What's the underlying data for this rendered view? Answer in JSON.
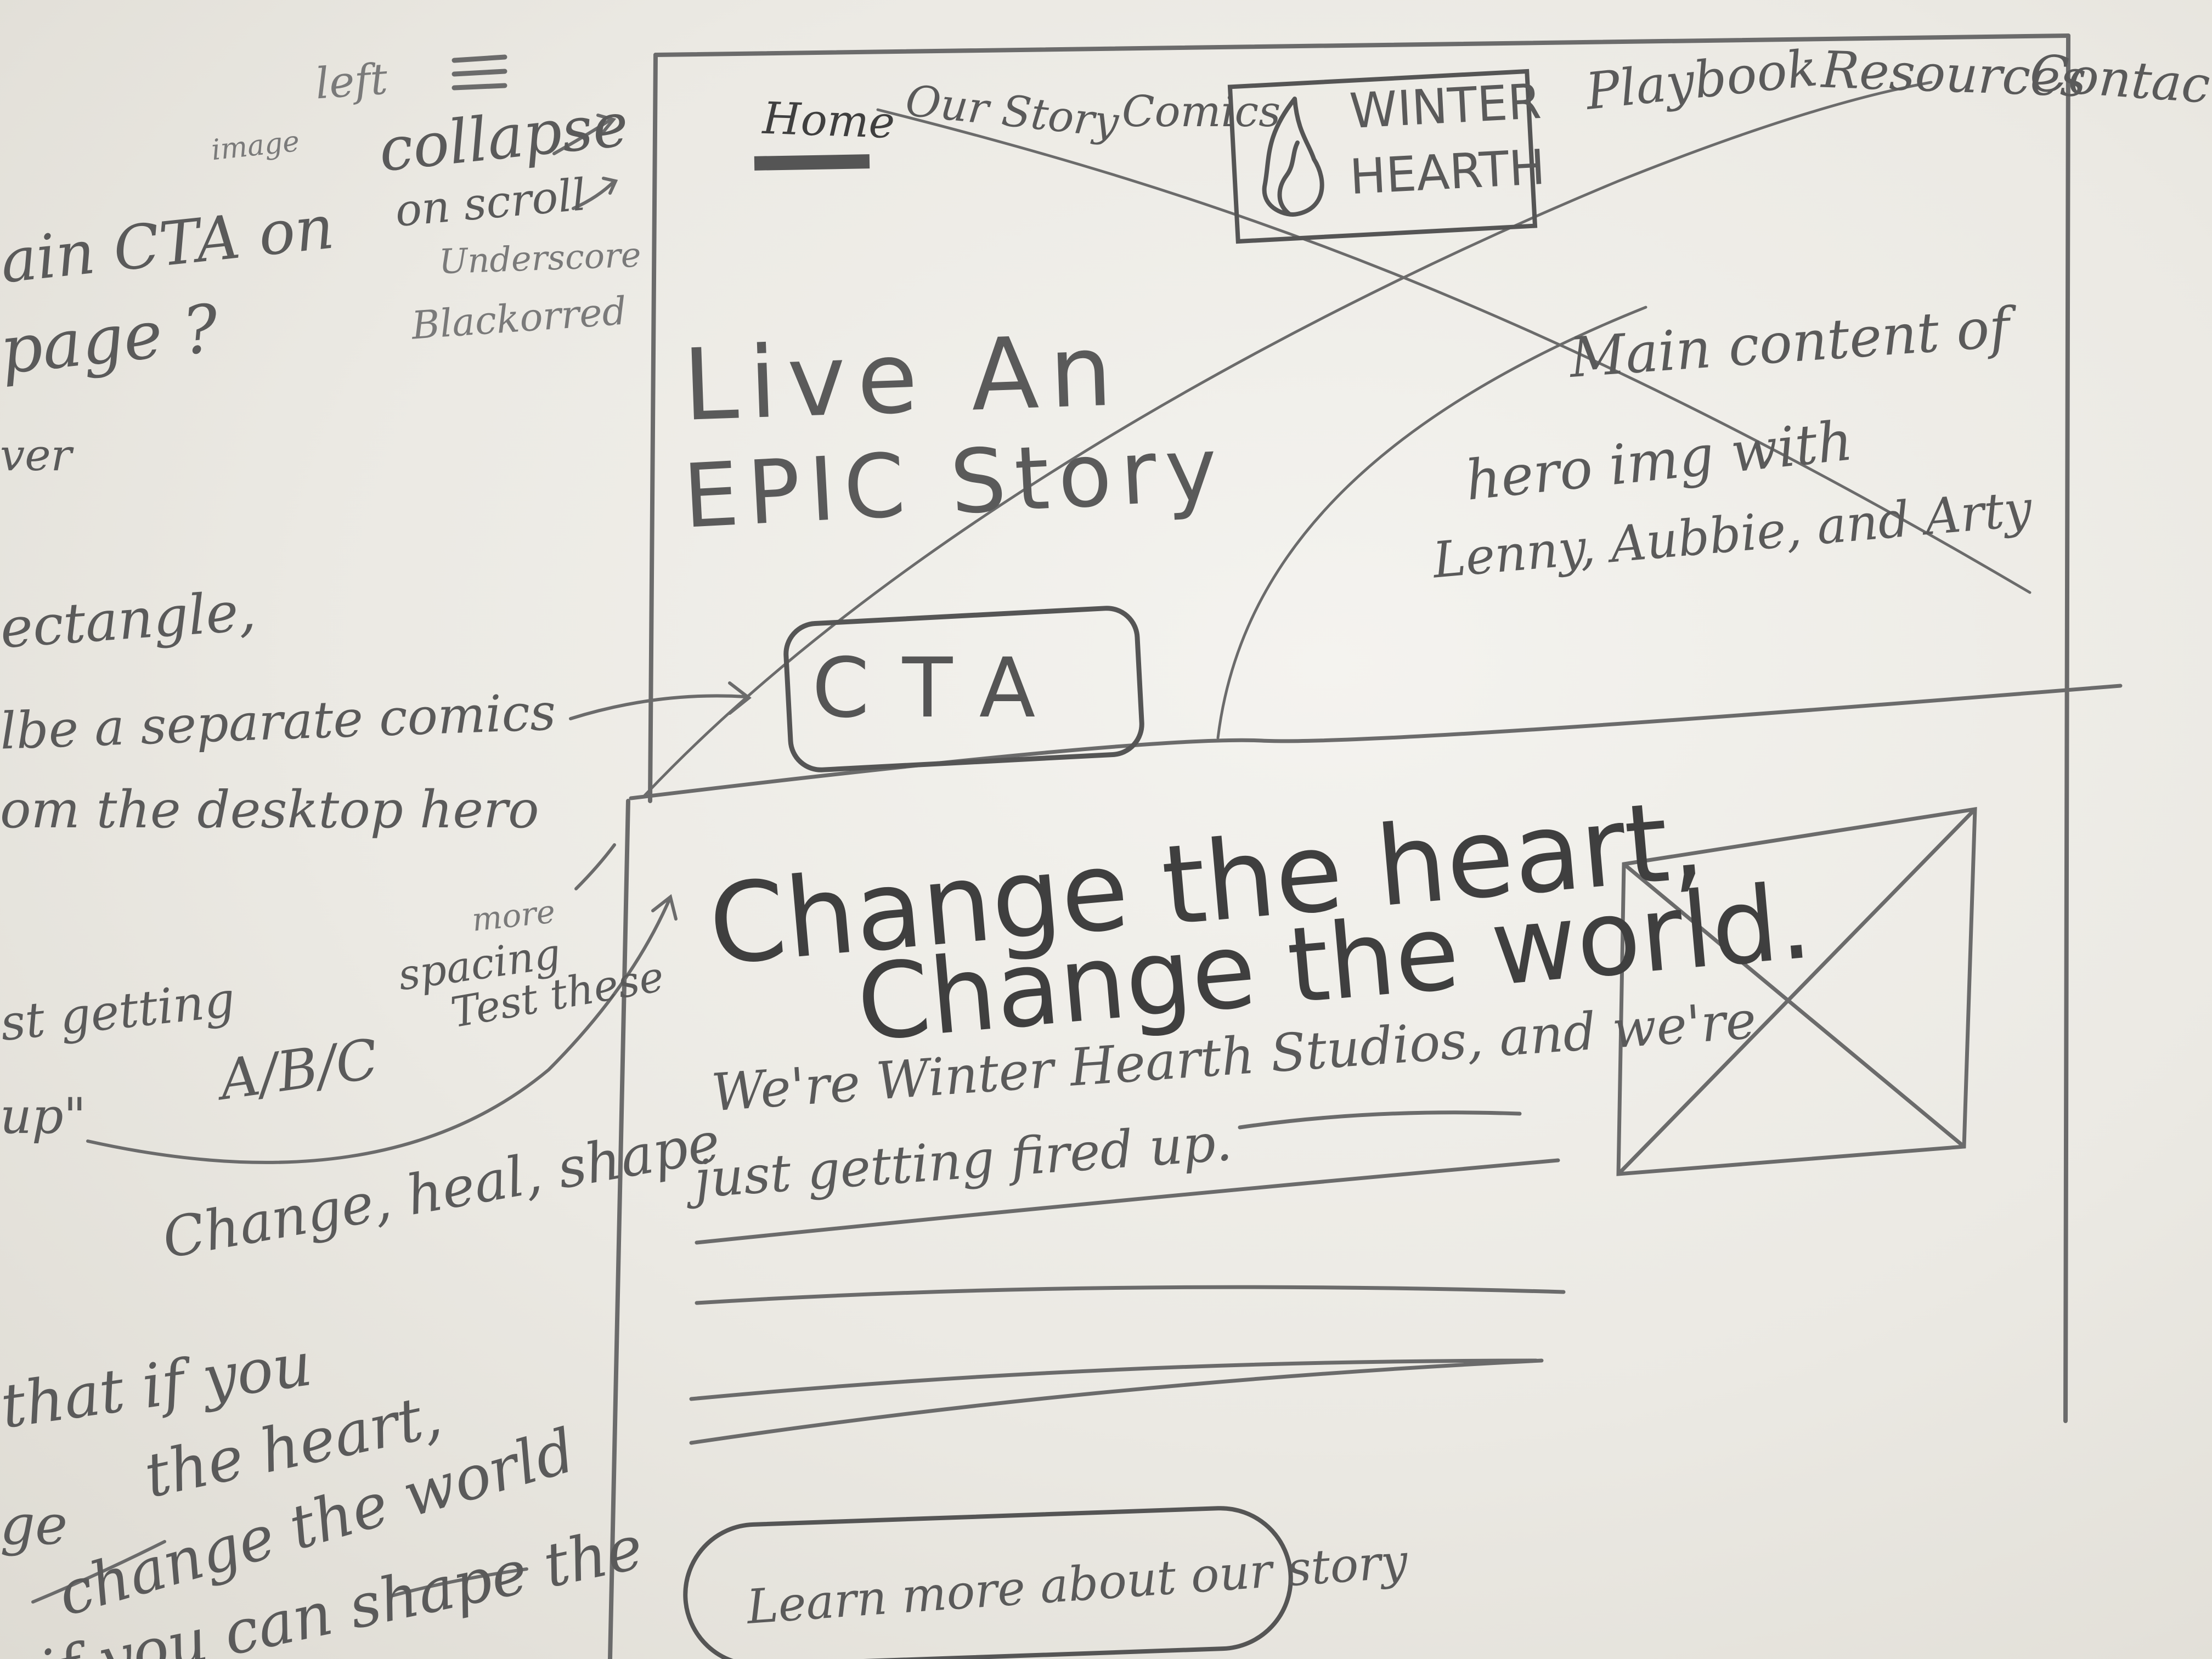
{
  "margin_notes": {
    "left": "left",
    "collapse": "collapse",
    "image": "image",
    "on_scroll": "on scroll",
    "underscore": "Underscore",
    "blackorred": "Blackorred",
    "cta_on": "ain CTA on",
    "page": "page ?",
    "ver": "ver",
    "rectangle": "ectangle,",
    "be_separate": "lbe a separate comics",
    "desktop_hero": "om the desktop hero",
    "more_spacing": "more",
    "spacing": "spacing",
    "test_these": "Test these",
    "st_getting": "st getting",
    "up": "up\"",
    "abc": "A/B/C",
    "change_heal_shape": "Change, heal, shape",
    "that_if_you": "that if you",
    "the_heart": "the heart,",
    "ge": "ge",
    "change_the_world": "change the world",
    "if_you_can_shape": "if you can shape the"
  },
  "nav": {
    "home": "Home",
    "our_story": "Our Story",
    "comics": "Comics",
    "playbook": "Playbook",
    "resources": "Resources",
    "contact": "Contact"
  },
  "logo": {
    "line1": "WINTER",
    "line2": "HEARTH"
  },
  "hero": {
    "title_line1": "Live An",
    "title_line2": "EPIC Story",
    "cta": "CTA",
    "note_line1": "Main content of",
    "note_line2": "hero img with",
    "note_line3": "Lenny, Aubbie, and Arty"
  },
  "section": {
    "headline_line1": "Change the heart,",
    "headline_line2": "Change the world.",
    "body_line1": "We're Winter Hearth Studios, and we're",
    "body_line2": "just getting fired up.",
    "button": "Learn more about our story"
  }
}
